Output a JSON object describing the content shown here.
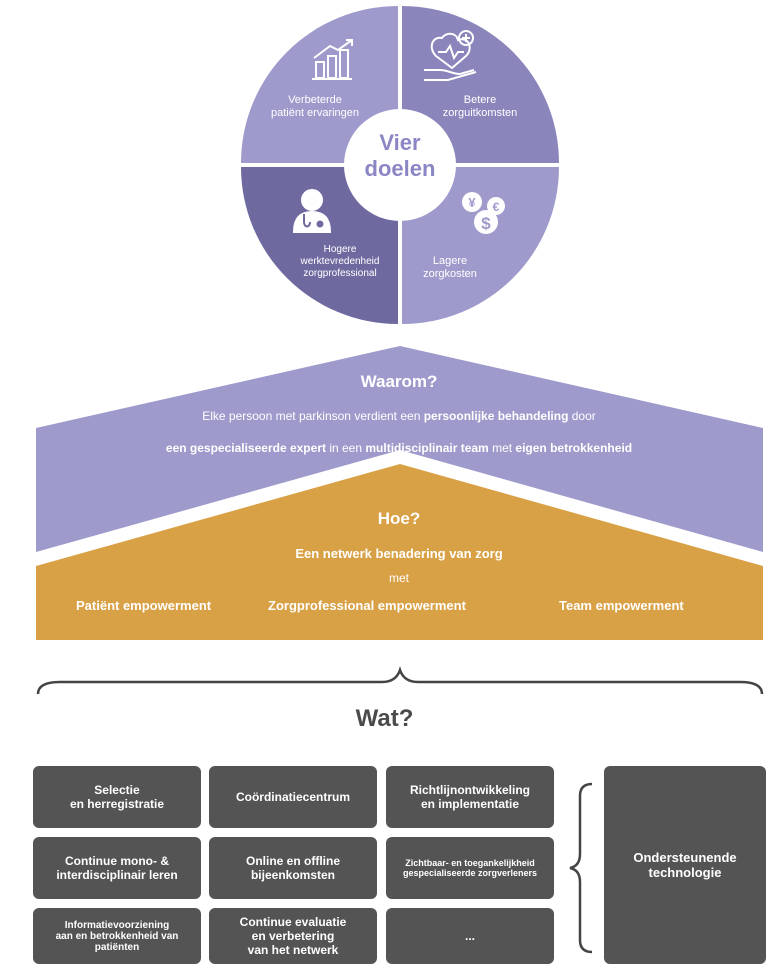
{
  "goals": {
    "center_line1": "Vier",
    "center_line2": "doelen",
    "q1": {
      "line1": "Verbeterde",
      "line2": "patiënt ervaringen",
      "icon": "chart-growth-icon",
      "color": "#9e9acb"
    },
    "q2": {
      "line1": "Betere",
      "line2": "zorguitkomsten",
      "icon": "heart-hand-icon",
      "color": "#8a86bc"
    },
    "q3": {
      "line1": "Hogere",
      "line2": "werktevredenheid",
      "line3": "zorgprofessional",
      "icon": "doctor-icon",
      "color": "#6e6aa0"
    },
    "q4": {
      "line1": "Lagere",
      "line2": "zorgkosten",
      "icon": "currency-icon",
      "color": "#9e9acb"
    }
  },
  "why": {
    "title": "Waarom?",
    "line1_pre": "Elke persoon met parkinson verdient een ",
    "line1_bold": "persoonlijke behandeling",
    "line1_post": " door",
    "line2_bold1": "een gespecialiseerde expert",
    "line2_mid1": " in een ",
    "line2_bold2": "multidisciplinair team",
    "line2_mid2": " met ",
    "line2_bold3": "eigen betrokkenheid",
    "color": "#9e9acb"
  },
  "how": {
    "title": "Hoe?",
    "subtitle": "Een netwerk benadering van zorg",
    "connector": "met",
    "item1": "Patiënt empowerment",
    "item2": "Zorgprofessional empowerment",
    "item3": "Team empowerment",
    "color": "#d9a146"
  },
  "what": {
    "title": "Wat?",
    "boxes": [
      {
        "line1": "Selectie",
        "line2": "en herregistratie"
      },
      {
        "line1": "Coördinatiecentrum",
        "line2": ""
      },
      {
        "line1": "Richtlijnontwikkeling",
        "line2": "en implementatie"
      },
      {
        "line1": "Continue mono- &",
        "line2": "interdisciplinair leren"
      },
      {
        "line1": "Online en offline",
        "line2": "bijeenkomsten"
      },
      {
        "line1": "Zichtbaar- en toegankelijkheid",
        "line2": "gespecialiseerde zorgverleners"
      },
      {
        "line1": "Informatievoorziening",
        "line2": "aan en betrokkenheid van",
        "line3": "patiënten"
      },
      {
        "line1": "Continue evaluatie",
        "line2": "en verbetering",
        "line3": "van het netwerk"
      },
      {
        "line1": "...",
        "line2": ""
      }
    ],
    "tech_line1": "Ondersteunende",
    "tech_line2": "technologie",
    "box_color": "#545454"
  }
}
